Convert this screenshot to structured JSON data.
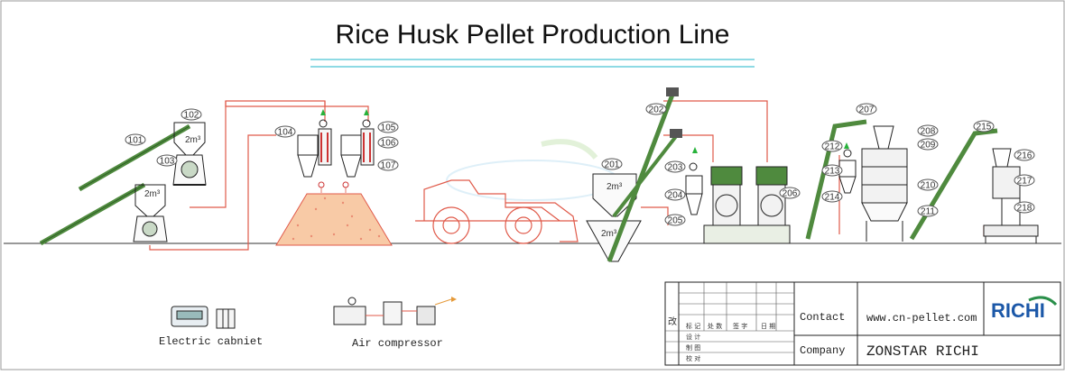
{
  "title": "Rice Husk Pellet Production Line",
  "tags": [
    "101",
    "102",
    "103",
    "104",
    "105",
    "106",
    "107",
    "201",
    "202",
    "203",
    "204",
    "205",
    "206",
    "207",
    "208",
    "209",
    "210",
    "211",
    "212",
    "213",
    "214",
    "215",
    "216",
    "217",
    "218"
  ],
  "bins": [
    "2m³",
    "2m³",
    "2m³",
    "2m³"
  ],
  "captions": {
    "electric": "Electric cabniet",
    "air": "Air compressor"
  },
  "title_block": {
    "gai": "改",
    "headers": [
      "标 记",
      "处 数",
      "签 字",
      "日 期"
    ],
    "rows": [
      "设 计",
      "制 图",
      "校 对"
    ],
    "contact_label": "Contact",
    "contact_value": "www.cn-pellet.com",
    "company_label": "Company",
    "company_value": "ZONSTAR RICHI",
    "logo": "RICHI"
  },
  "colors": {
    "line": "#e05a4a",
    "conveyor": "#4f8a3e",
    "green_mark": "#27b23a",
    "pile": "#f3a76a",
    "brand": "#2a8f4a",
    "logo_blue": "#1c58a8"
  }
}
